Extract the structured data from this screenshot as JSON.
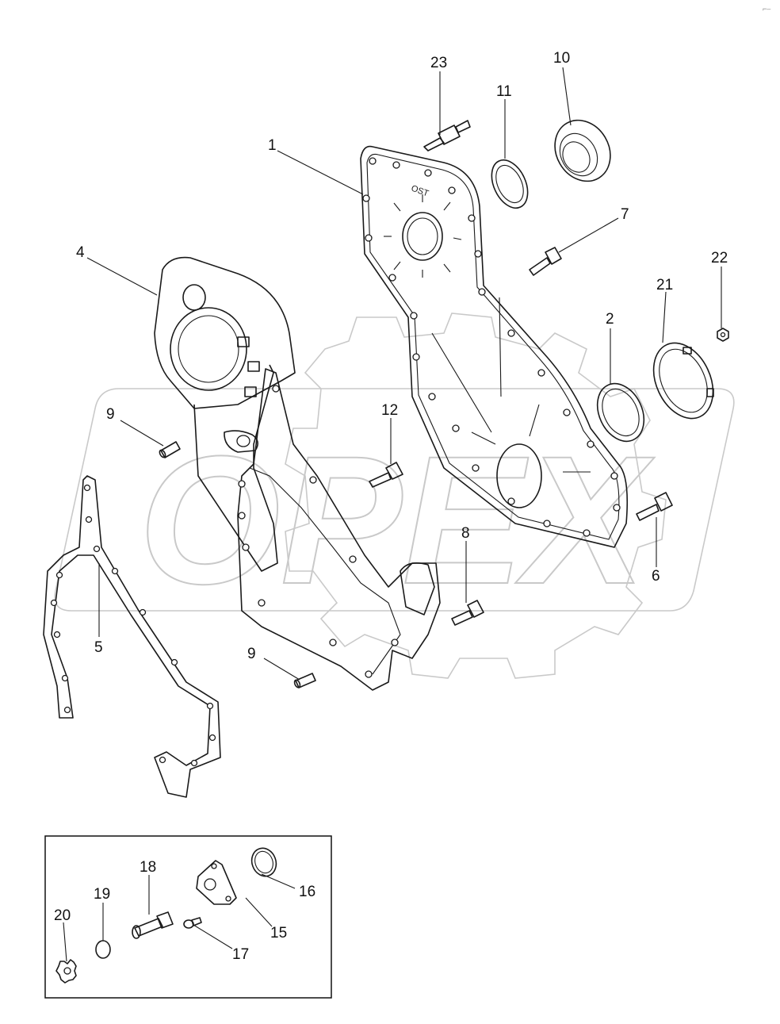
{
  "corner_mark": "⌐–",
  "watermark": {
    "text": "OPEX",
    "color": "#c9c9c9"
  },
  "callouts": [
    {
      "id": "c1",
      "text": "1"
    },
    {
      "id": "c2",
      "text": "2"
    },
    {
      "id": "c4",
      "text": "4"
    },
    {
      "id": "c5",
      "text": "5"
    },
    {
      "id": "c6",
      "text": "6"
    },
    {
      "id": "c7",
      "text": "7"
    },
    {
      "id": "c8",
      "text": "8"
    },
    {
      "id": "c9a",
      "text": "9"
    },
    {
      "id": "c9b",
      "text": "9"
    },
    {
      "id": "c10",
      "text": "10"
    },
    {
      "id": "c11",
      "text": "11"
    },
    {
      "id": "c12",
      "text": "12"
    },
    {
      "id": "c15",
      "text": "15"
    },
    {
      "id": "c16",
      "text": "16"
    },
    {
      "id": "c17",
      "text": "17"
    },
    {
      "id": "c18",
      "text": "18"
    },
    {
      "id": "c19",
      "text": "19"
    },
    {
      "id": "c20",
      "text": "20"
    },
    {
      "id": "c21",
      "text": "21"
    },
    {
      "id": "c22",
      "text": "22"
    },
    {
      "id": "c23",
      "text": "23"
    }
  ],
  "cover_mark": "OST"
}
